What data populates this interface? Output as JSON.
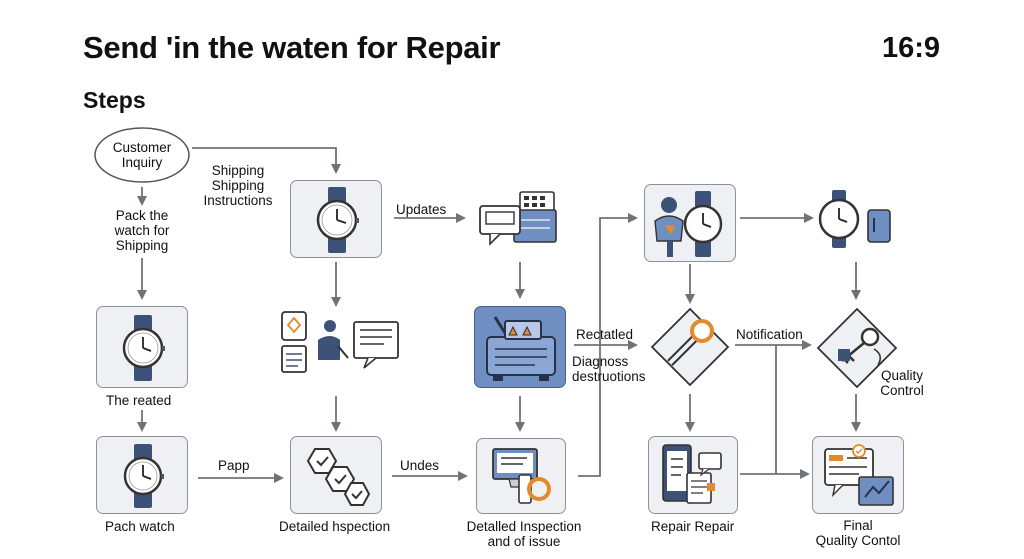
{
  "header": {
    "title": "Send 'in the waten for Repair",
    "ratio": "16:9",
    "subtitle": "Steps"
  },
  "labels": {
    "customer_inquiry": [
      "Customer",
      "Inquiry"
    ],
    "pack_watch": [
      "Pack the",
      "watch for",
      "Shipping"
    ],
    "shipping": [
      "Shipping",
      "Shipping",
      "Instructions"
    ],
    "the_reated": "The reated",
    "pach_watch": "Pach watch",
    "papp": "Papp",
    "detailed_hspection": "Detailed hspection",
    "updates": "Updates",
    "undes": "Undes",
    "rectatled": "Rectatled",
    "diagnoss": [
      "Diagnoss",
      "destruotions"
    ],
    "detailed_inspection": [
      "Detalled Inspection",
      "and of issue"
    ],
    "notification": "Notification",
    "repair_repair": "Repair Repair",
    "quality_control": [
      "Quality",
      "Control"
    ],
    "final": [
      "Final",
      "Quality Contol"
    ]
  },
  "icons": {
    "watch": "wristwatch-icon",
    "person_watch": "technician-watch-icon",
    "wrench": "wrench-icon",
    "key": "key-icon",
    "chat": "chat-bubble-icon",
    "monitor": "monitor-icon",
    "tablet": "tablet-icon",
    "badge": "badge-icon",
    "machine": "inspection-machine-icon"
  },
  "colors": {
    "box_fill": "#eef0f4",
    "box_border": "#8c9299",
    "highlight_fill": "#6f8fc2",
    "navy": "#3d5277",
    "accent_orange": "#e48a2b",
    "arrow": "#6f7378"
  }
}
